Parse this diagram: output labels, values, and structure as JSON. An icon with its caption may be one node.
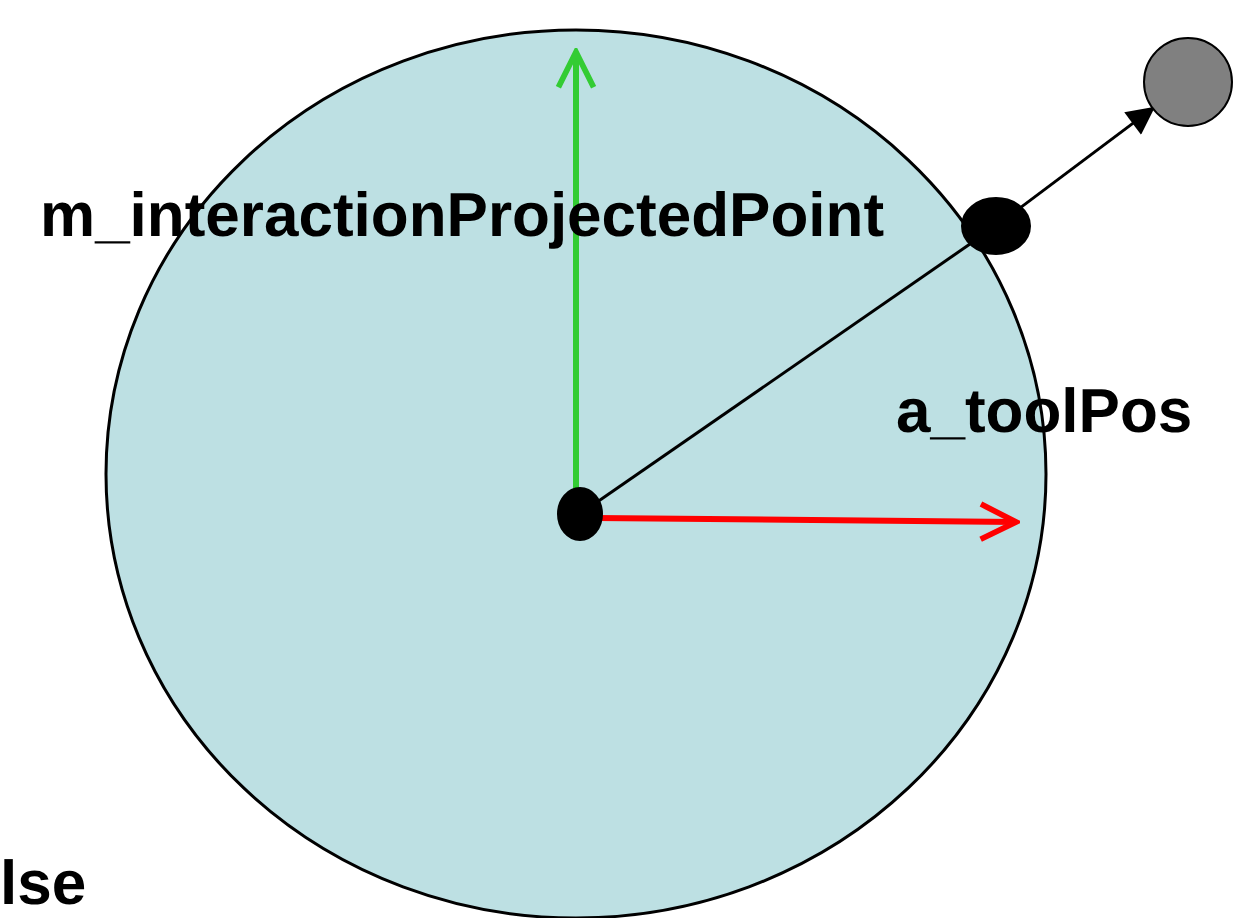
{
  "diagram": {
    "nodes": [
      {
        "text": [],
        "shape": "circle"
      },
      {
        "text": [],
        "shape": "circle"
      },
      {
        "text": [],
        "shape": "circle"
      }
    ],
    "edges": [
      {
        "from": 0,
        "to": 1,
        "arrow": "none"
      },
      {
        "from": 1,
        "to": 2,
        "arrow": "to"
      }
    ],
    "labels": [
      "m_interactionProjectedPoint",
      "a_toolPos",
      "lse"
    ]
  }
}
